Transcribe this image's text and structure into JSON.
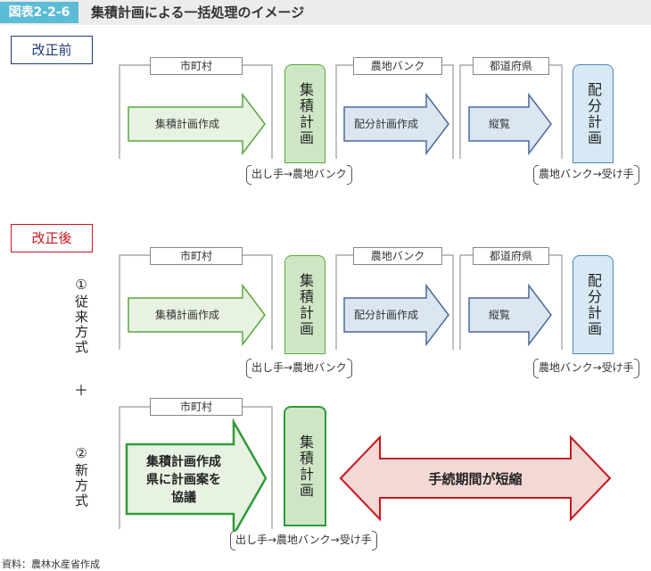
{
  "header": {
    "figure_no": "図表2-2-6",
    "title": "集積計画による一括処理のイメージ"
  },
  "before": {
    "label": "改正前",
    "shichoson": "市町村",
    "nochi_bank": "農地バンク",
    "todofuken": "都道府県",
    "arrow_shuseki": "集積計画作成",
    "box_shuseki": "集積計画",
    "arrow_haibun": "配分計画作成",
    "arrow_jukan": "縦覧",
    "box_haibun": "配分計画",
    "handoff_1": "出し手→農地バンク",
    "handoff_2": "農地バンク→受け手"
  },
  "after": {
    "label": "改正後",
    "method_1": "①従来方式",
    "plus": "＋",
    "method_2": "②新方式",
    "shichoson": "市町村",
    "nochi_bank": "農地バンク",
    "todofuken": "都道府県",
    "arrow_shuseki": "集積計画作成",
    "box_shuseki": "集積計画",
    "arrow_haibun": "配分計画作成",
    "arrow_jukan": "縦覧",
    "box_haibun": "配分計画",
    "handoff_1": "出し手→農地バンク",
    "handoff_2": "農地バンク→受け手",
    "new_shichoson": "市町村",
    "new_arrow_lines": [
      "集積計画作成",
      "県に計画案を",
      "協議"
    ],
    "new_box_shuseki": "集積計画",
    "shortened": "手続期間が短縮",
    "new_handoff": "出し手→農地バンク→受け手"
  },
  "source": "資料：農林水産省作成",
  "colors": {
    "header_accent": "#5bbcd6",
    "green_fill": "#e8f2e2",
    "green_stroke": "#5aa83c",
    "blue_fill": "#dbe6f1",
    "blue_stroke": "#4a6a9a",
    "red_fill": "#f4d8d6",
    "red_stroke": "#c8161d",
    "phase_before": "#1f3a70",
    "phase_after": "#c8161d"
  }
}
